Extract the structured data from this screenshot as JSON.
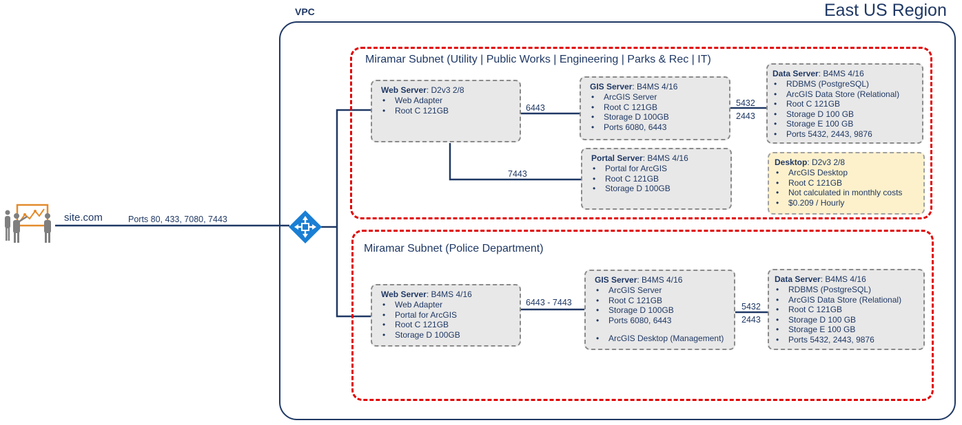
{
  "region": {
    "title": "East US Region"
  },
  "vpc": {
    "label": "VPC"
  },
  "internet": {
    "site": "site.com",
    "ports": "Ports 80, 433, 7080, 7443"
  },
  "subnet_utility": {
    "title": "Miramar Subnet (Utility | Public Works | Engineering | Parks & Rec | IT)",
    "web_server": {
      "name": "Web Server",
      "spec": ": D2v3 2/8",
      "items": [
        "Web Adapter",
        "Root C 121GB"
      ]
    },
    "gis_server": {
      "name": "GIS Server",
      "spec": ": B4MS 4/16",
      "items": [
        "ArcGIS Server",
        "Root C 121GB",
        "Storage D 100GB",
        "Ports 6080, 6443"
      ]
    },
    "portal_server": {
      "name": "Portal Server",
      "spec": ": B4MS 4/16",
      "items": [
        "Portal for ArcGIS",
        "Root C 121GB",
        "Storage D 100GB"
      ]
    },
    "data_server": {
      "name": "Data Server",
      "spec": ": B4MS 4/16",
      "items": [
        "RDBMS (PostgreSQL)",
        "ArcGIS Data Store (Relational)",
        "Root C 121GB",
        "Storage D 100 GB",
        "Storage E 100 GB",
        "Ports 5432, 2443, 9876"
      ]
    },
    "desktop": {
      "name": "Desktop",
      "spec": ": D2v3 2/8",
      "items": [
        "ArcGIS Desktop",
        "Root C 121GB",
        "Not calculated in monthly costs",
        "$0.209 / Hourly"
      ]
    },
    "ports": {
      "web_gis": "6443",
      "web_portal": "7443",
      "gis_data_top": "5432",
      "gis_data_bottom": "2443"
    }
  },
  "subnet_police": {
    "title": "Miramar Subnet (Police Department)",
    "web_server": {
      "name": "Web Server",
      "spec": ": B4MS 4/16",
      "items": [
        "Web Adapter",
        "Portal for ArcGIS",
        "Root C 121GB",
        "Storage D 100GB"
      ]
    },
    "gis_server": {
      "name": "GIS Server",
      "spec": ": B4MS 4/16",
      "items": [
        "ArcGIS Server",
        "Root C 121GB",
        "Storage D 100GB",
        "Ports 6080, 6443"
      ],
      "extra": "ArcGIS Desktop (Management)"
    },
    "data_server": {
      "name": "Data Server",
      "spec": ": B4MS 4/16",
      "items": [
        "RDBMS (PostgreSQL)",
        "ArcGIS Data Store (Relational)",
        "Root C 121GB",
        "Storage D 100 GB",
        "Storage E 100 GB",
        "Ports 5432, 2443, 9876"
      ]
    },
    "ports": {
      "web_gis": "6443 - 7443",
      "gis_data_top": "5432",
      "gis_data_bottom": "2443"
    }
  },
  "icons": {
    "users": "users-presentation-icon",
    "gateway": "gateway-router-icon"
  },
  "colors": {
    "navy": "#1f3864",
    "subnet_border": "#e00000",
    "server_fill": "#e8e8e8",
    "desktop_fill": "#fdf1cc",
    "gateway": "#1a7fd4",
    "presenter": "#e38b2c"
  }
}
